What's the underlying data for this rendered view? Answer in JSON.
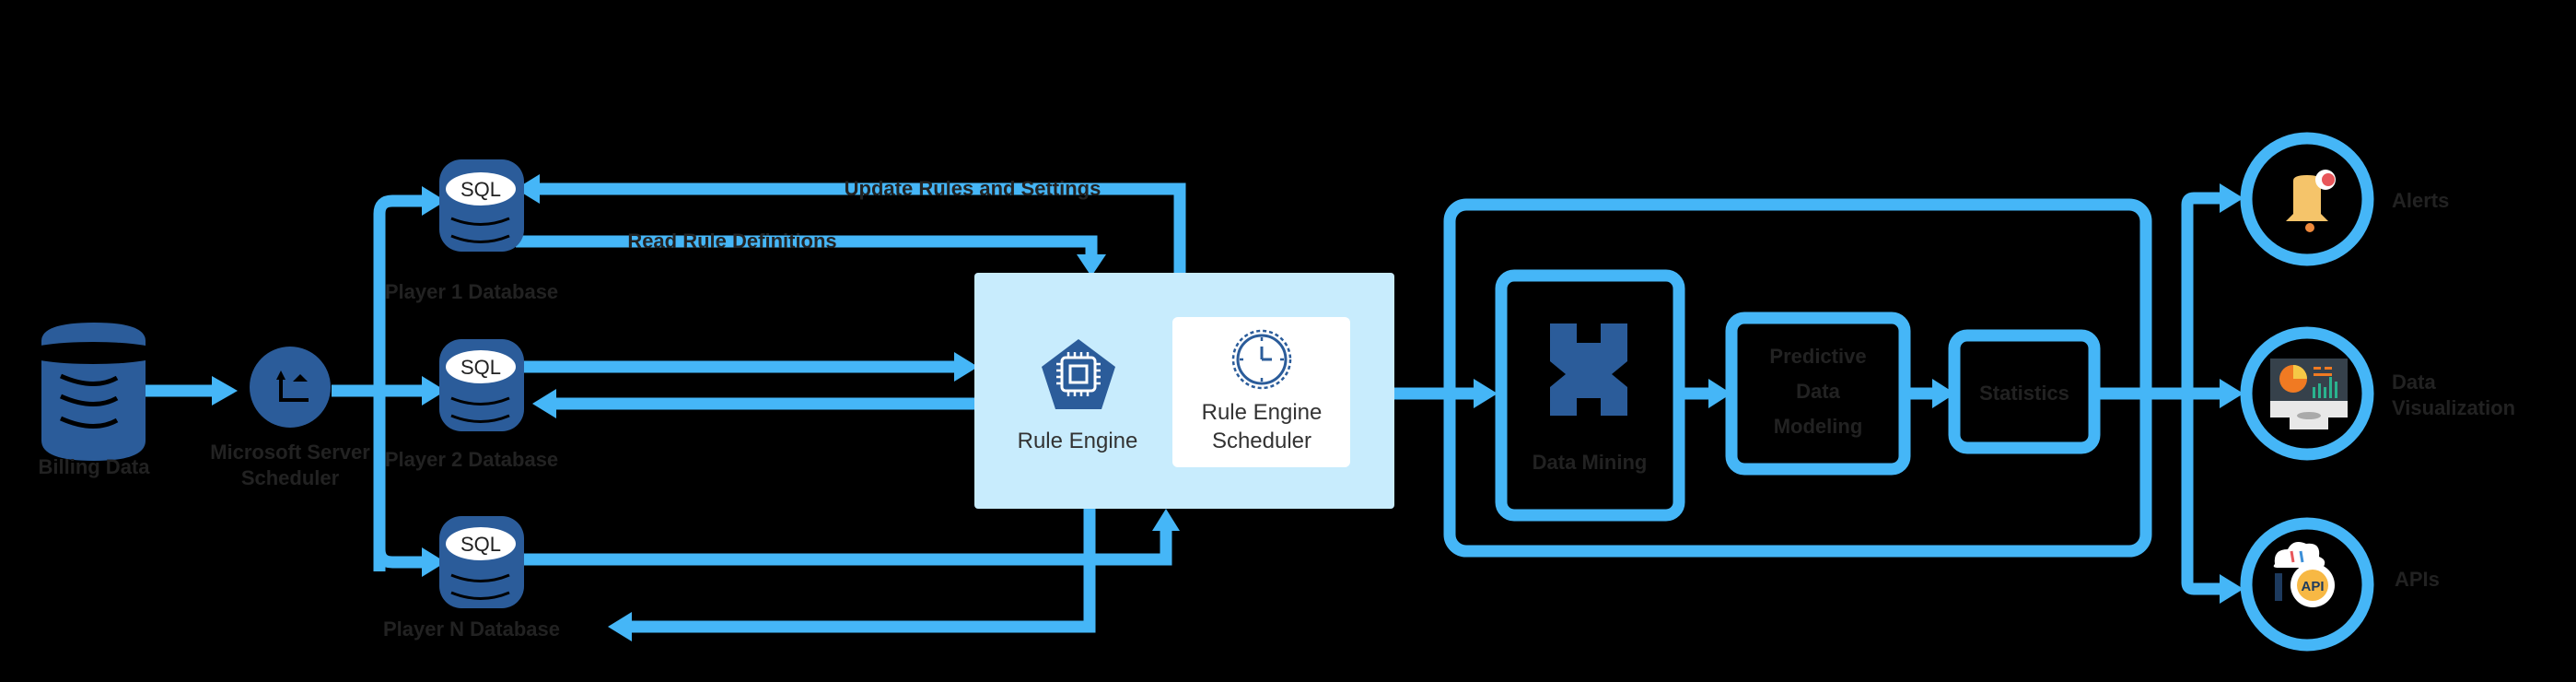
{
  "diagram": {
    "colors": {
      "flow": "#45b6f7",
      "icon_primary": "#2b5c9a",
      "engine_panel": "#c8ecfd",
      "label_text": "#222222",
      "background": "#000000"
    },
    "sources": {
      "billing_data": {
        "label": "Billing Data",
        "icon": "database-icon"
      },
      "scheduler": {
        "label_line1": "Microsoft Server",
        "label_line2": "Scheduler",
        "icon": "clock-scheduler-icon"
      }
    },
    "player_databases": [
      {
        "label": "Player 1 Database",
        "icon": "sql-database-icon",
        "icon_text": "SQL"
      },
      {
        "label": "Player 2 Database",
        "icon": "sql-database-icon",
        "icon_text": "SQL"
      },
      {
        "label": "Player N Database",
        "icon": "sql-database-icon",
        "icon_text": "SQL"
      }
    ],
    "annotations": {
      "update_rules": "Update Rules and Settings",
      "read_rules": "Read Rule Definitions"
    },
    "engine": {
      "rule_engine": {
        "label": "Rule Engine",
        "icon": "chip-pentagon-icon"
      },
      "scheduler": {
        "label_line1": "Rule Engine",
        "label_line2": "Scheduler",
        "icon": "clock-cycle-icon"
      }
    },
    "analytics": {
      "data_mining": {
        "label": "Data Mining",
        "icon": "data-mining-icon"
      },
      "predictive": {
        "label_line1": "Predictive",
        "label_line2": "Data",
        "label_line3": "Modeling"
      },
      "statistics": {
        "label": "Statistics"
      }
    },
    "outputs": [
      {
        "label_line1": "Alerts",
        "label_line2": "",
        "icon": "bell-icon"
      },
      {
        "label_line1": "Data",
        "label_line2": "Visualization",
        "icon": "dashboard-monitor-icon"
      },
      {
        "label_line1": "APIs",
        "label_line2": "",
        "icon": "api-cloud-gear-icon",
        "icon_text": "API"
      }
    ]
  }
}
